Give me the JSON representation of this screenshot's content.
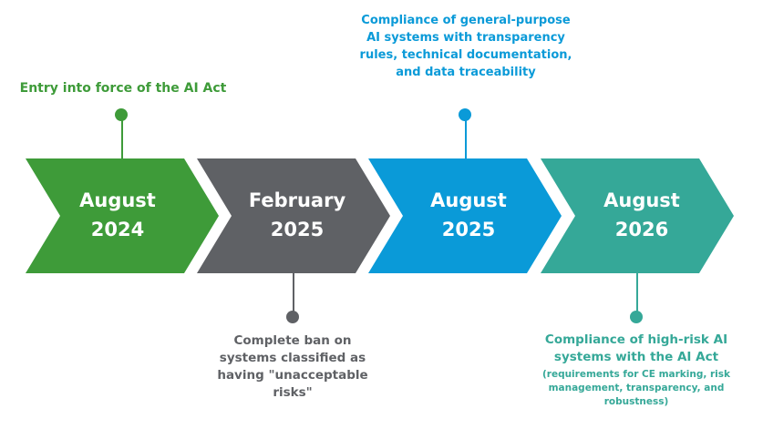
{
  "colors": {
    "green": "#3e9b39",
    "gray": "#5f6165",
    "blue": "#0a9ad8",
    "teal": "#35a898"
  },
  "milestones": [
    {
      "month": "August",
      "year": "2024",
      "color_key": "green",
      "note": "Entry into force of the AI Act",
      "note_sub": ""
    },
    {
      "month": "February",
      "year": "2025",
      "color_key": "gray",
      "note": "Complete ban on systems classified as having \"unacceptable risks\"",
      "note_sub": ""
    },
    {
      "month": "August",
      "year": "2025",
      "color_key": "blue",
      "note": "Compliance of general-purpose AI systems with transparency rules, technical documentation, and data traceability",
      "note_sub": ""
    },
    {
      "month": "August",
      "year": "2026",
      "color_key": "teal",
      "note": "Compliance of high-risk AI systems with the AI Act",
      "note_sub": "(requirements for CE marking, risk management, transparency, and robustness)"
    }
  ]
}
